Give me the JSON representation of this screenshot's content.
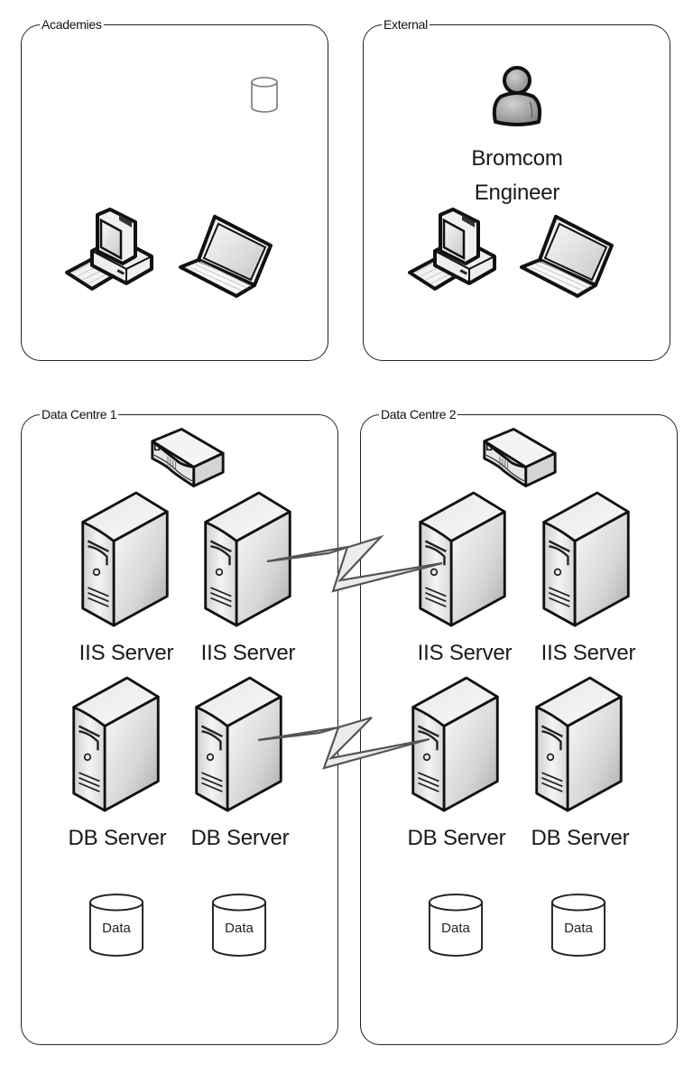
{
  "diagram": {
    "groups": {
      "academies": {
        "title": "Academies"
      },
      "external": {
        "title": "External",
        "person_label_line1": "Bromcom",
        "person_label_line2": "Engineer"
      },
      "data_centre_1": {
        "title": "Data Centre 1",
        "iis_servers": [
          "IIS Server",
          "IIS Server"
        ],
        "db_servers": [
          "DB Server",
          "DB Server"
        ],
        "data_stores": [
          "Data",
          "Data"
        ]
      },
      "data_centre_2": {
        "title": "Data Centre 2",
        "iis_servers": [
          "IIS Server",
          "IIS Server"
        ],
        "db_servers": [
          "DB Server",
          "DB Server"
        ],
        "data_stores": [
          "Data",
          "Data"
        ]
      }
    },
    "links": [
      {
        "from": "Data Centre 1 IIS Server 2",
        "to": "Data Centre 2 IIS Server 1",
        "type": "WAN"
      },
      {
        "from": "Data Centre 1 DB Server 2",
        "to": "Data Centre 2 DB Server 1",
        "type": "WAN"
      }
    ]
  }
}
